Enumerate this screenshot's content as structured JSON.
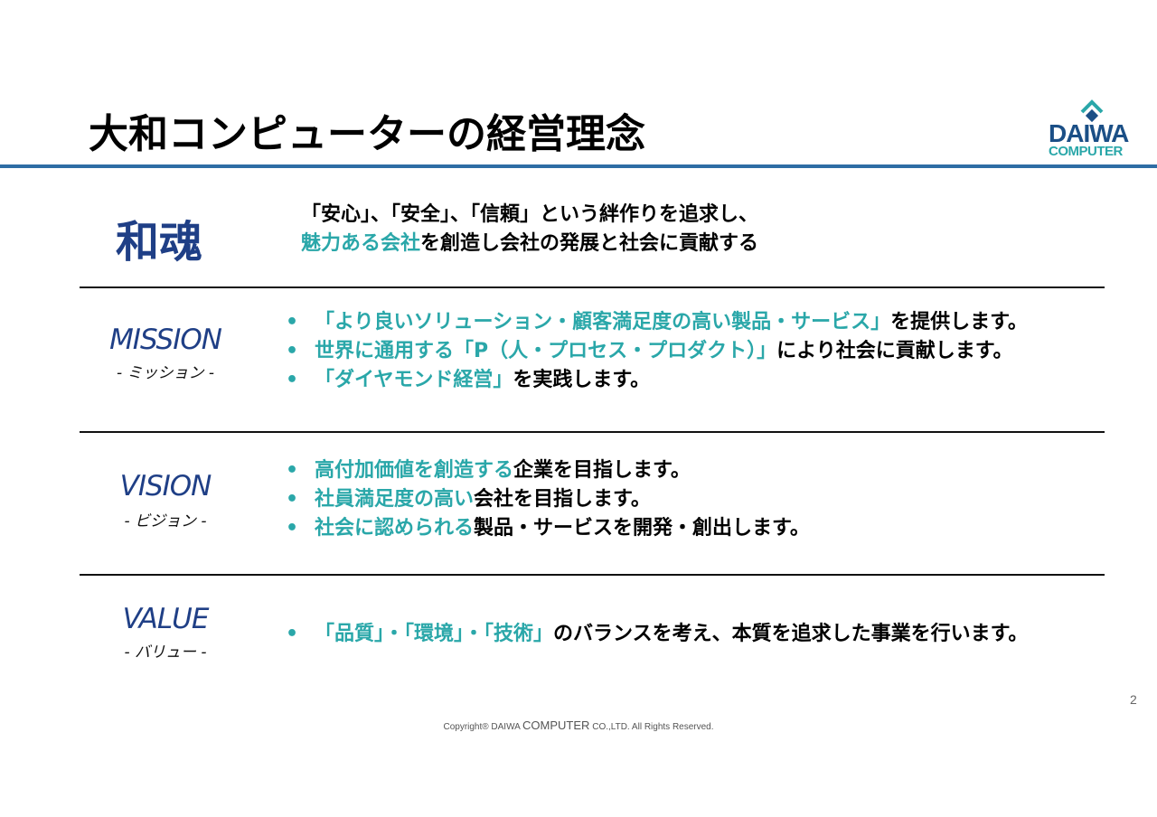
{
  "header": {
    "title": "大和コンピューターの経営理念",
    "logo": {
      "top": "DAIWA",
      "bottom": "COMPUTER",
      "icon": "diamond-roof-icon"
    }
  },
  "colors": {
    "accent_teal": "#2aa7a9",
    "label_blue": "#1f3f86",
    "rule_blue": "#2e6da4"
  },
  "sections": {
    "wakon": {
      "label": "和魂",
      "line1": "「安心」、「安全」、「信頼」という絆作りを追求し、",
      "line2_highlight": "魅力ある会社",
      "line2_rest": "を創造し会社の発展と社会に貢献する"
    },
    "mission": {
      "label_en": "MISSION",
      "label_jp": "- ミッション -",
      "items": [
        {
          "highlight": "「より良いソリューション・顧客満足度の高い製品・サービス」",
          "rest": "を提供します。"
        },
        {
          "highlight": "世界に通用する「P（人・プロセス・プロダクト）」",
          "rest": "により社会に貢献します。"
        },
        {
          "highlight": "「ダイヤモンド経営」",
          "rest": "を実践します。"
        }
      ]
    },
    "vision": {
      "label_en": "VISION",
      "label_jp": "- ビジョン -",
      "items": [
        {
          "highlight": "高付加価値を創造する",
          "rest": "企業を目指します。"
        },
        {
          "highlight": "社員満足度の高い",
          "rest": "会社を目指します。"
        },
        {
          "highlight": "社会に認められる",
          "rest": "製品・サービスを開発・創出します。"
        }
      ]
    },
    "value": {
      "label_en": "VALUE",
      "label_jp": "- バリュー -",
      "items": [
        {
          "highlight": "「品質」・「環境」・「技術」",
          "rest": "のバランスを考え、本質を追求した事業を行います。"
        }
      ]
    }
  },
  "bullet": "•",
  "footer": {
    "page_number": "2",
    "copyright_pre": "Copyright® DAIWA ",
    "copyright_mid": "COMPUTER",
    "copyright_post": " CO.,LTD. All Rights Reserved."
  }
}
